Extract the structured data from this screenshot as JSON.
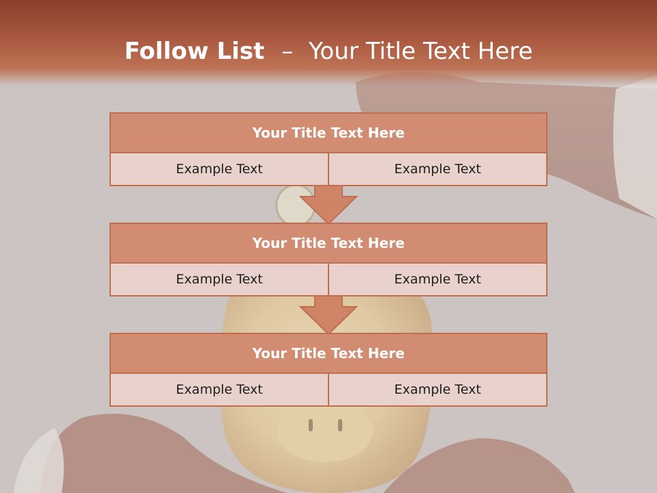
{
  "slide": {
    "title_bold": "Follow List",
    "title_dash": "–",
    "title_rest": "Your Title Text Here"
  },
  "blocks": [
    {
      "title": "Your Title Text Here",
      "left": "Example Text",
      "right": "Example Text"
    },
    {
      "title": "Your Title Text Here",
      "left": "Example Text",
      "right": "Example Text"
    },
    {
      "title": "Your Title Text Here",
      "left": "Example Text",
      "right": "Example Text"
    }
  ],
  "colors": {
    "header": "#a9583f",
    "block_head": "#d28c72",
    "block_body": "#ead2cc",
    "border": "#bf6e4f",
    "arrow": "#cf8468"
  }
}
